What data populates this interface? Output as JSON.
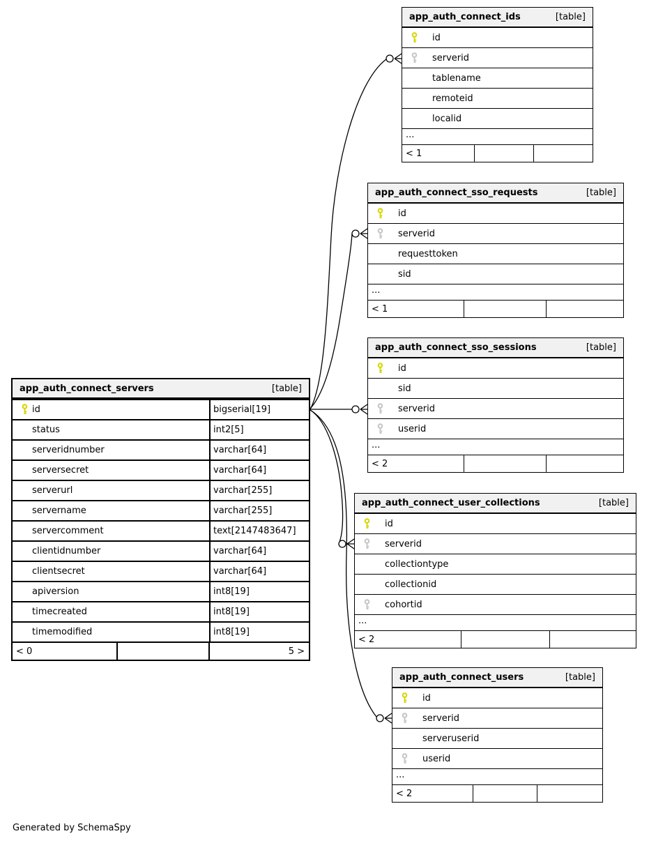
{
  "page": {
    "generator_note": "Generated by SchemaSpy"
  },
  "colors": {
    "primary_key": "#d6d600",
    "foreign_key": "#c6c6c6",
    "header_bg": "#f1f1f1",
    "line": "#000000",
    "table_border": "#000000"
  },
  "icons": {
    "primary_key": "primary-key-icon",
    "foreign_key": "foreign-key-icon"
  },
  "tables": {
    "servers": {
      "name": "app_auth_connect_servers",
      "tag": "[table]",
      "columns": [
        {
          "name": "id",
          "type": "bigserial[19]",
          "key": "primary"
        },
        {
          "name": "status",
          "type": "int2[5]"
        },
        {
          "name": "serveridnumber",
          "type": "varchar[64]"
        },
        {
          "name": "serversecret",
          "type": "varchar[64]"
        },
        {
          "name": "serverurl",
          "type": "varchar[255]"
        },
        {
          "name": "servername",
          "type": "varchar[255]"
        },
        {
          "name": "servercomment",
          "type": "text[2147483647]"
        },
        {
          "name": "clientidnumber",
          "type": "varchar[64]"
        },
        {
          "name": "clientsecret",
          "type": "varchar[64]"
        },
        {
          "name": "apiversion",
          "type": "int8[19]"
        },
        {
          "name": "timecreated",
          "type": "int8[19]"
        },
        {
          "name": "timemodified",
          "type": "int8[19]"
        }
      ],
      "footer": {
        "left": "< 0",
        "center": "",
        "right": "5 >"
      }
    },
    "ids": {
      "name": "app_auth_connect_ids",
      "tag": "[table]",
      "columns": [
        {
          "name": "id",
          "key": "primary"
        },
        {
          "name": "serverid",
          "key": "foreign"
        },
        {
          "name": "tablename"
        },
        {
          "name": "remoteid"
        },
        {
          "name": "localid"
        }
      ],
      "ellipsis": "...",
      "footer": {
        "left": "< 1",
        "center": "",
        "right": ""
      }
    },
    "sso_requests": {
      "name": "app_auth_connect_sso_requests",
      "tag": "[table]",
      "columns": [
        {
          "name": "id",
          "key": "primary"
        },
        {
          "name": "serverid",
          "key": "foreign"
        },
        {
          "name": "requesttoken"
        },
        {
          "name": "sid"
        }
      ],
      "ellipsis": "...",
      "footer": {
        "left": "< 1",
        "center": "",
        "right": ""
      }
    },
    "sso_sessions": {
      "name": "app_auth_connect_sso_sessions",
      "tag": "[table]",
      "columns": [
        {
          "name": "id",
          "key": "primary"
        },
        {
          "name": "sid"
        },
        {
          "name": "serverid",
          "key": "foreign"
        },
        {
          "name": "userid",
          "key": "foreign"
        }
      ],
      "ellipsis": "...",
      "footer": {
        "left": "< 2",
        "center": "",
        "right": ""
      }
    },
    "user_collections": {
      "name": "app_auth_connect_user_collections",
      "tag": "[table]",
      "columns": [
        {
          "name": "id",
          "key": "primary"
        },
        {
          "name": "serverid",
          "key": "foreign"
        },
        {
          "name": "collectiontype"
        },
        {
          "name": "collectionid"
        },
        {
          "name": "cohortid",
          "key": "foreign"
        }
      ],
      "ellipsis": "...",
      "footer": {
        "left": "< 2",
        "center": "",
        "right": ""
      }
    },
    "users": {
      "name": "app_auth_connect_users",
      "tag": "[table]",
      "columns": [
        {
          "name": "id",
          "key": "primary"
        },
        {
          "name": "serverid",
          "key": "foreign"
        },
        {
          "name": "serveruserid"
        },
        {
          "name": "userid",
          "key": "foreign"
        }
      ],
      "ellipsis": "...",
      "footer": {
        "left": "< 2",
        "center": "",
        "right": ""
      }
    }
  },
  "relationships": [
    {
      "from": "app_auth_connect_servers.id",
      "to": "app_auth_connect_ids.serverid",
      "cardinality": "zero-or-many"
    },
    {
      "from": "app_auth_connect_servers.id",
      "to": "app_auth_connect_sso_requests.serverid",
      "cardinality": "zero-or-many"
    },
    {
      "from": "app_auth_connect_servers.id",
      "to": "app_auth_connect_sso_sessions.serverid",
      "cardinality": "zero-or-many"
    },
    {
      "from": "app_auth_connect_servers.id",
      "to": "app_auth_connect_user_collections.serverid",
      "cardinality": "zero-or-many"
    },
    {
      "from": "app_auth_connect_servers.id",
      "to": "app_auth_connect_users.serverid",
      "cardinality": "zero-or-many"
    }
  ]
}
